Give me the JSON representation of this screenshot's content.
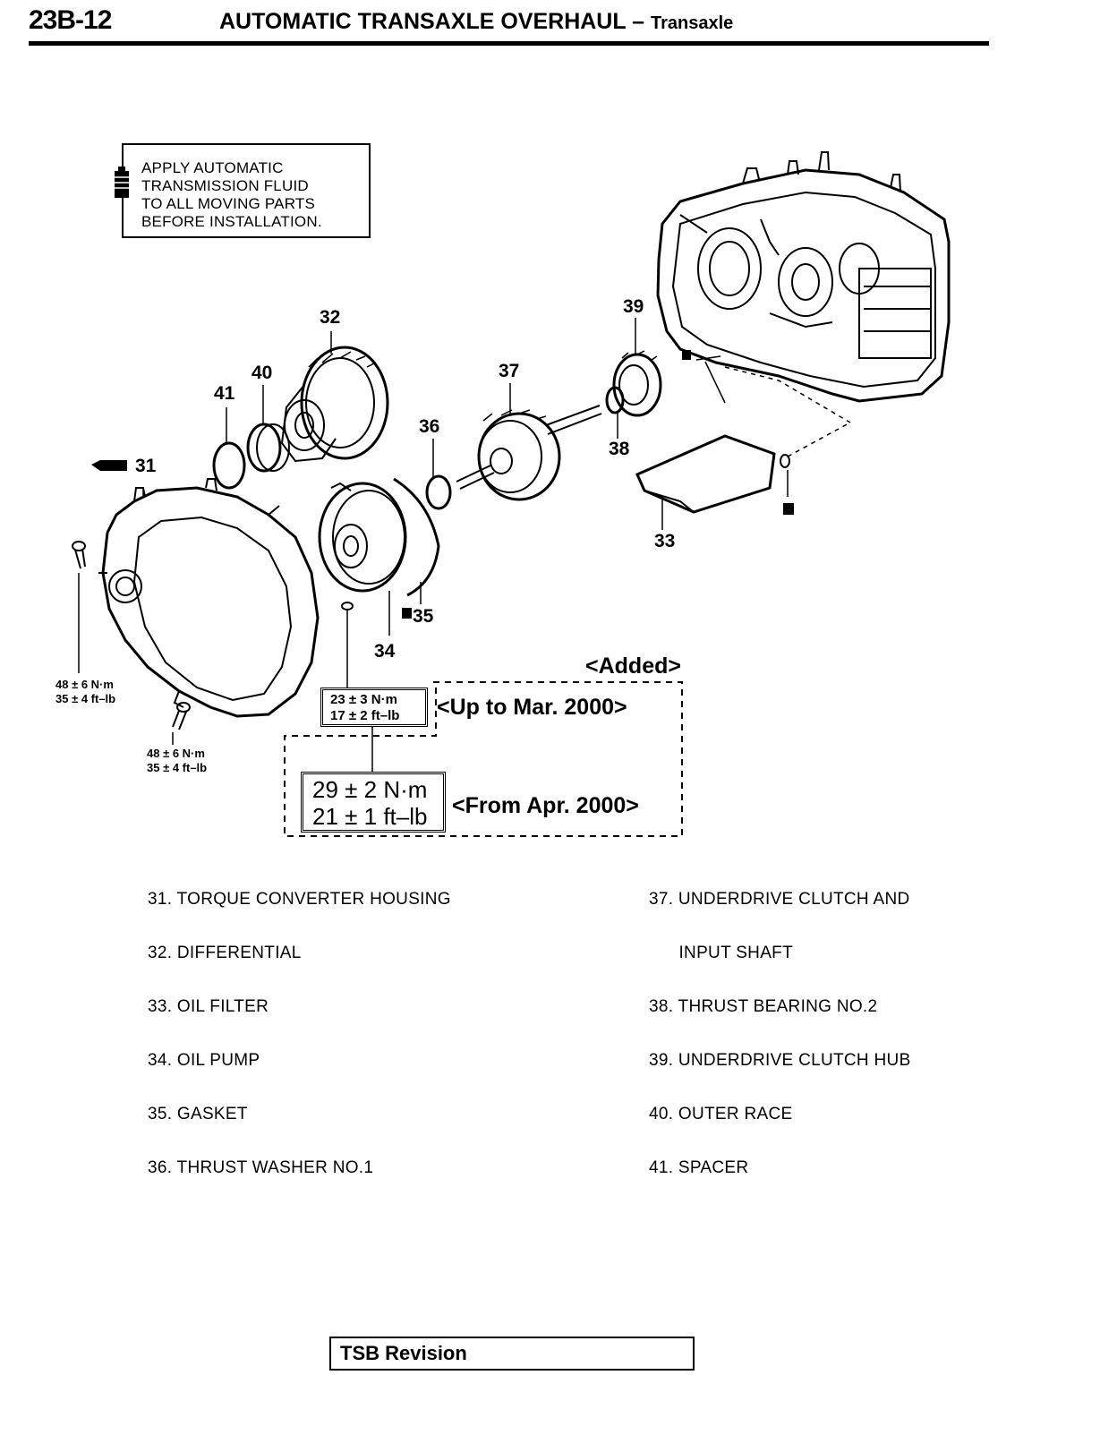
{
  "header": {
    "page_number": "23B-12",
    "title": "AUTOMATIC TRANSAXLE OVERHAUL –",
    "subtitle": "Transaxle"
  },
  "note": {
    "text": "APPLY AUTOMATIC\nTRANSMISSION FLUID\nTO ALL MOVING PARTS\nBEFORE INSTALLATION."
  },
  "callouts": {
    "c31": "31",
    "c32": "32",
    "c33": "33",
    "c34": "34",
    "c35": "35",
    "c36": "36",
    "c37": "37",
    "c38": "38",
    "c39": "39",
    "c40": "40",
    "c41": "41"
  },
  "torque": {
    "housing_bolt_1": "48 ± 6 N·m\n35 ± 4 ft–lb",
    "housing_bolt_2": "48 ± 6 N·m\n35 ± 4 ft–lb",
    "pump_old": "23 ± 3 N·m\n17 ± 2 ft–lb",
    "pump_new": "29 ± 2 N·m\n21 ± 1 ft–lb"
  },
  "revision": {
    "added": "<Added>",
    "up_to": "<Up to Mar. 2000>",
    "from": "<From Apr. 2000>"
  },
  "legend": {
    "left": [
      "31. TORQUE CONVERTER HOUSING",
      "32. DIFFERENTIAL",
      "33. OIL FILTER",
      "34. OIL PUMP",
      "35. GASKET",
      "36. THRUST WASHER NO.1"
    ],
    "right": [
      "37. UNDERDRIVE CLUTCH AND",
      "      INPUT SHAFT",
      "38. THRUST BEARING NO.2",
      "39. UNDERDRIVE CLUTCH HUB",
      "40. OUTER RACE",
      "41. SPACER"
    ]
  },
  "footer": {
    "tsb_label": "TSB Revision"
  }
}
